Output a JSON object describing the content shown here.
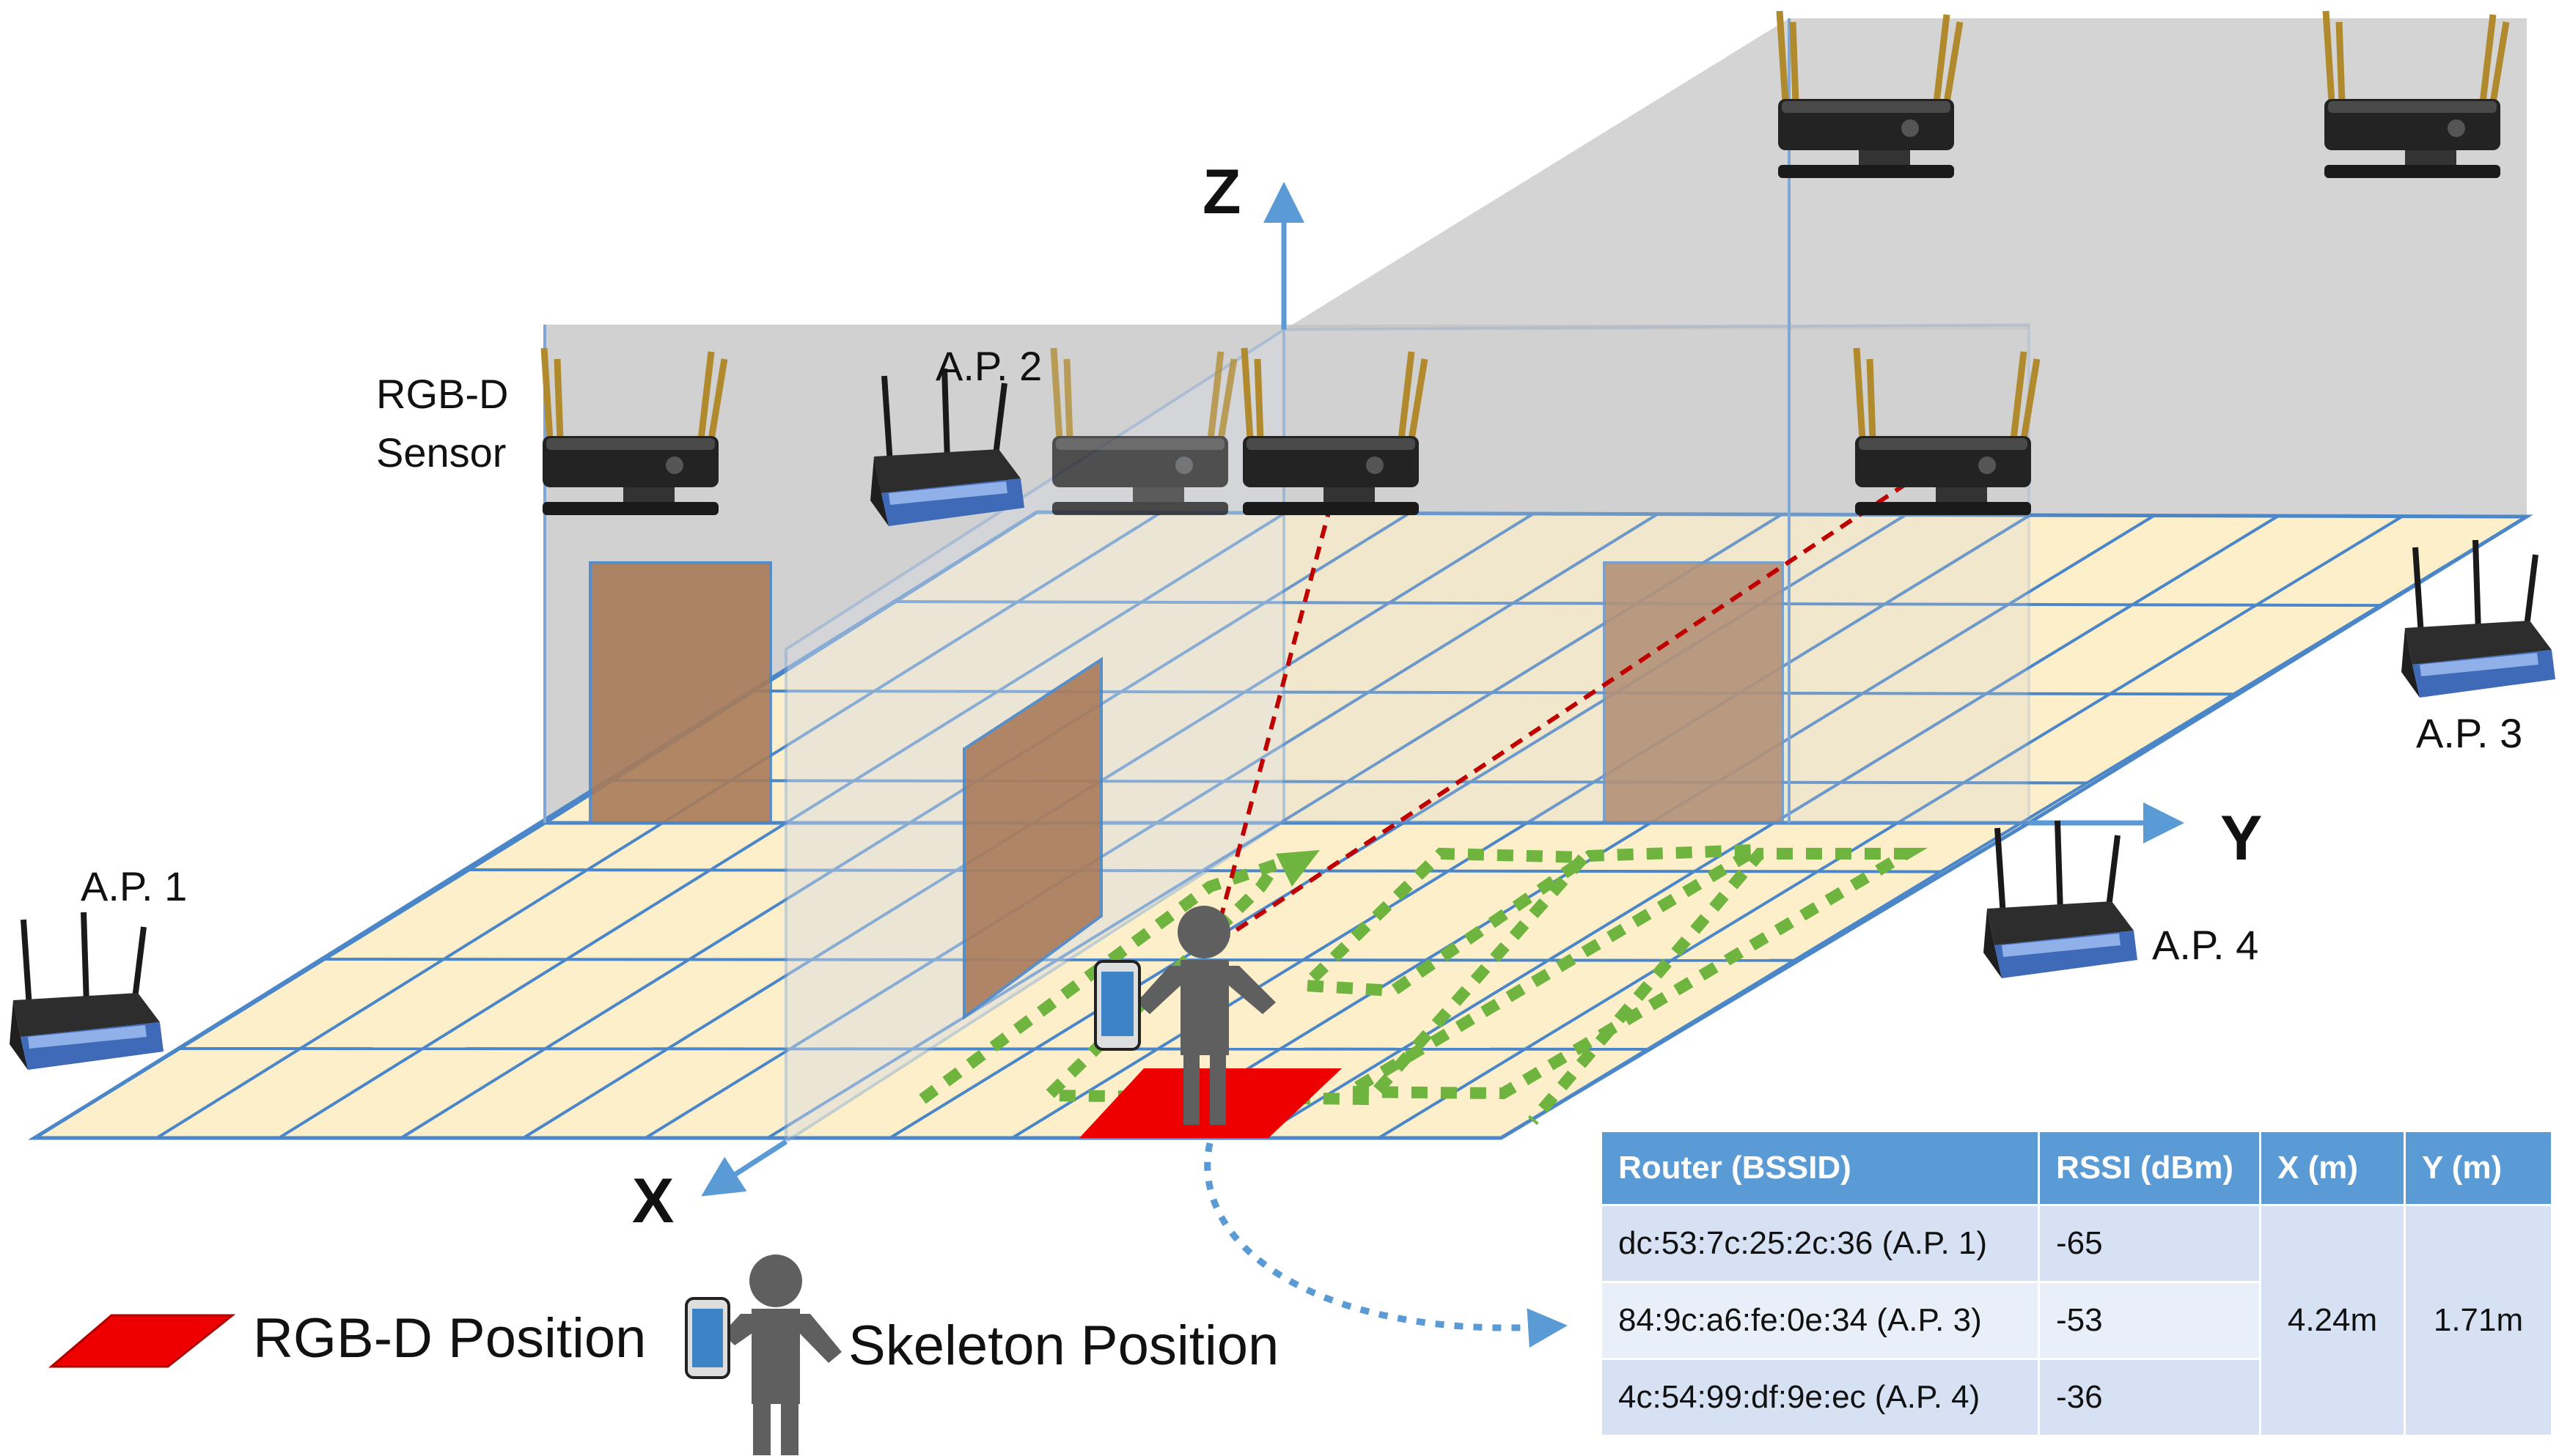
{
  "axes": {
    "x": "X",
    "y": "Y",
    "z": "Z"
  },
  "labels": {
    "sensor_line1": "RGB-D",
    "sensor_line2": "Sensor",
    "ap1": "A.P. 1",
    "ap2": "A.P. 2",
    "ap3": "A.P. 3",
    "ap4": "A.P. 4"
  },
  "legend": {
    "rgbd": "RGB-D Position",
    "skeleton": "Skeleton Position"
  },
  "table": {
    "headers": [
      "Router (BSSID)",
      "RSSI (dBm)",
      "X (m)",
      "Y (m)"
    ],
    "rows": [
      {
        "bssid": "dc:53:7c:25:2c:36 (A.P. 1)",
        "rssi": "-65"
      },
      {
        "bssid": "84:9c:a6:fe:0e:34 (A.P. 3)",
        "rssi": "-53"
      },
      {
        "bssid": "4c:54:99:df:9e:ec (A.P. 4)",
        "rssi": "-36"
      }
    ],
    "x": "4.24m",
    "y": "1.71m"
  },
  "colors": {
    "floor": "#fcefca",
    "grid": "#4a86c8",
    "wall": "#c9c9c9",
    "door": "#a97b5a",
    "rgbd_patch": "#ee0000",
    "path": "#6fb43f",
    "ray": "#c00000",
    "axis": "#5b9bd5",
    "person": "#5f5f5f",
    "table_header": "#5b9bd5"
  }
}
